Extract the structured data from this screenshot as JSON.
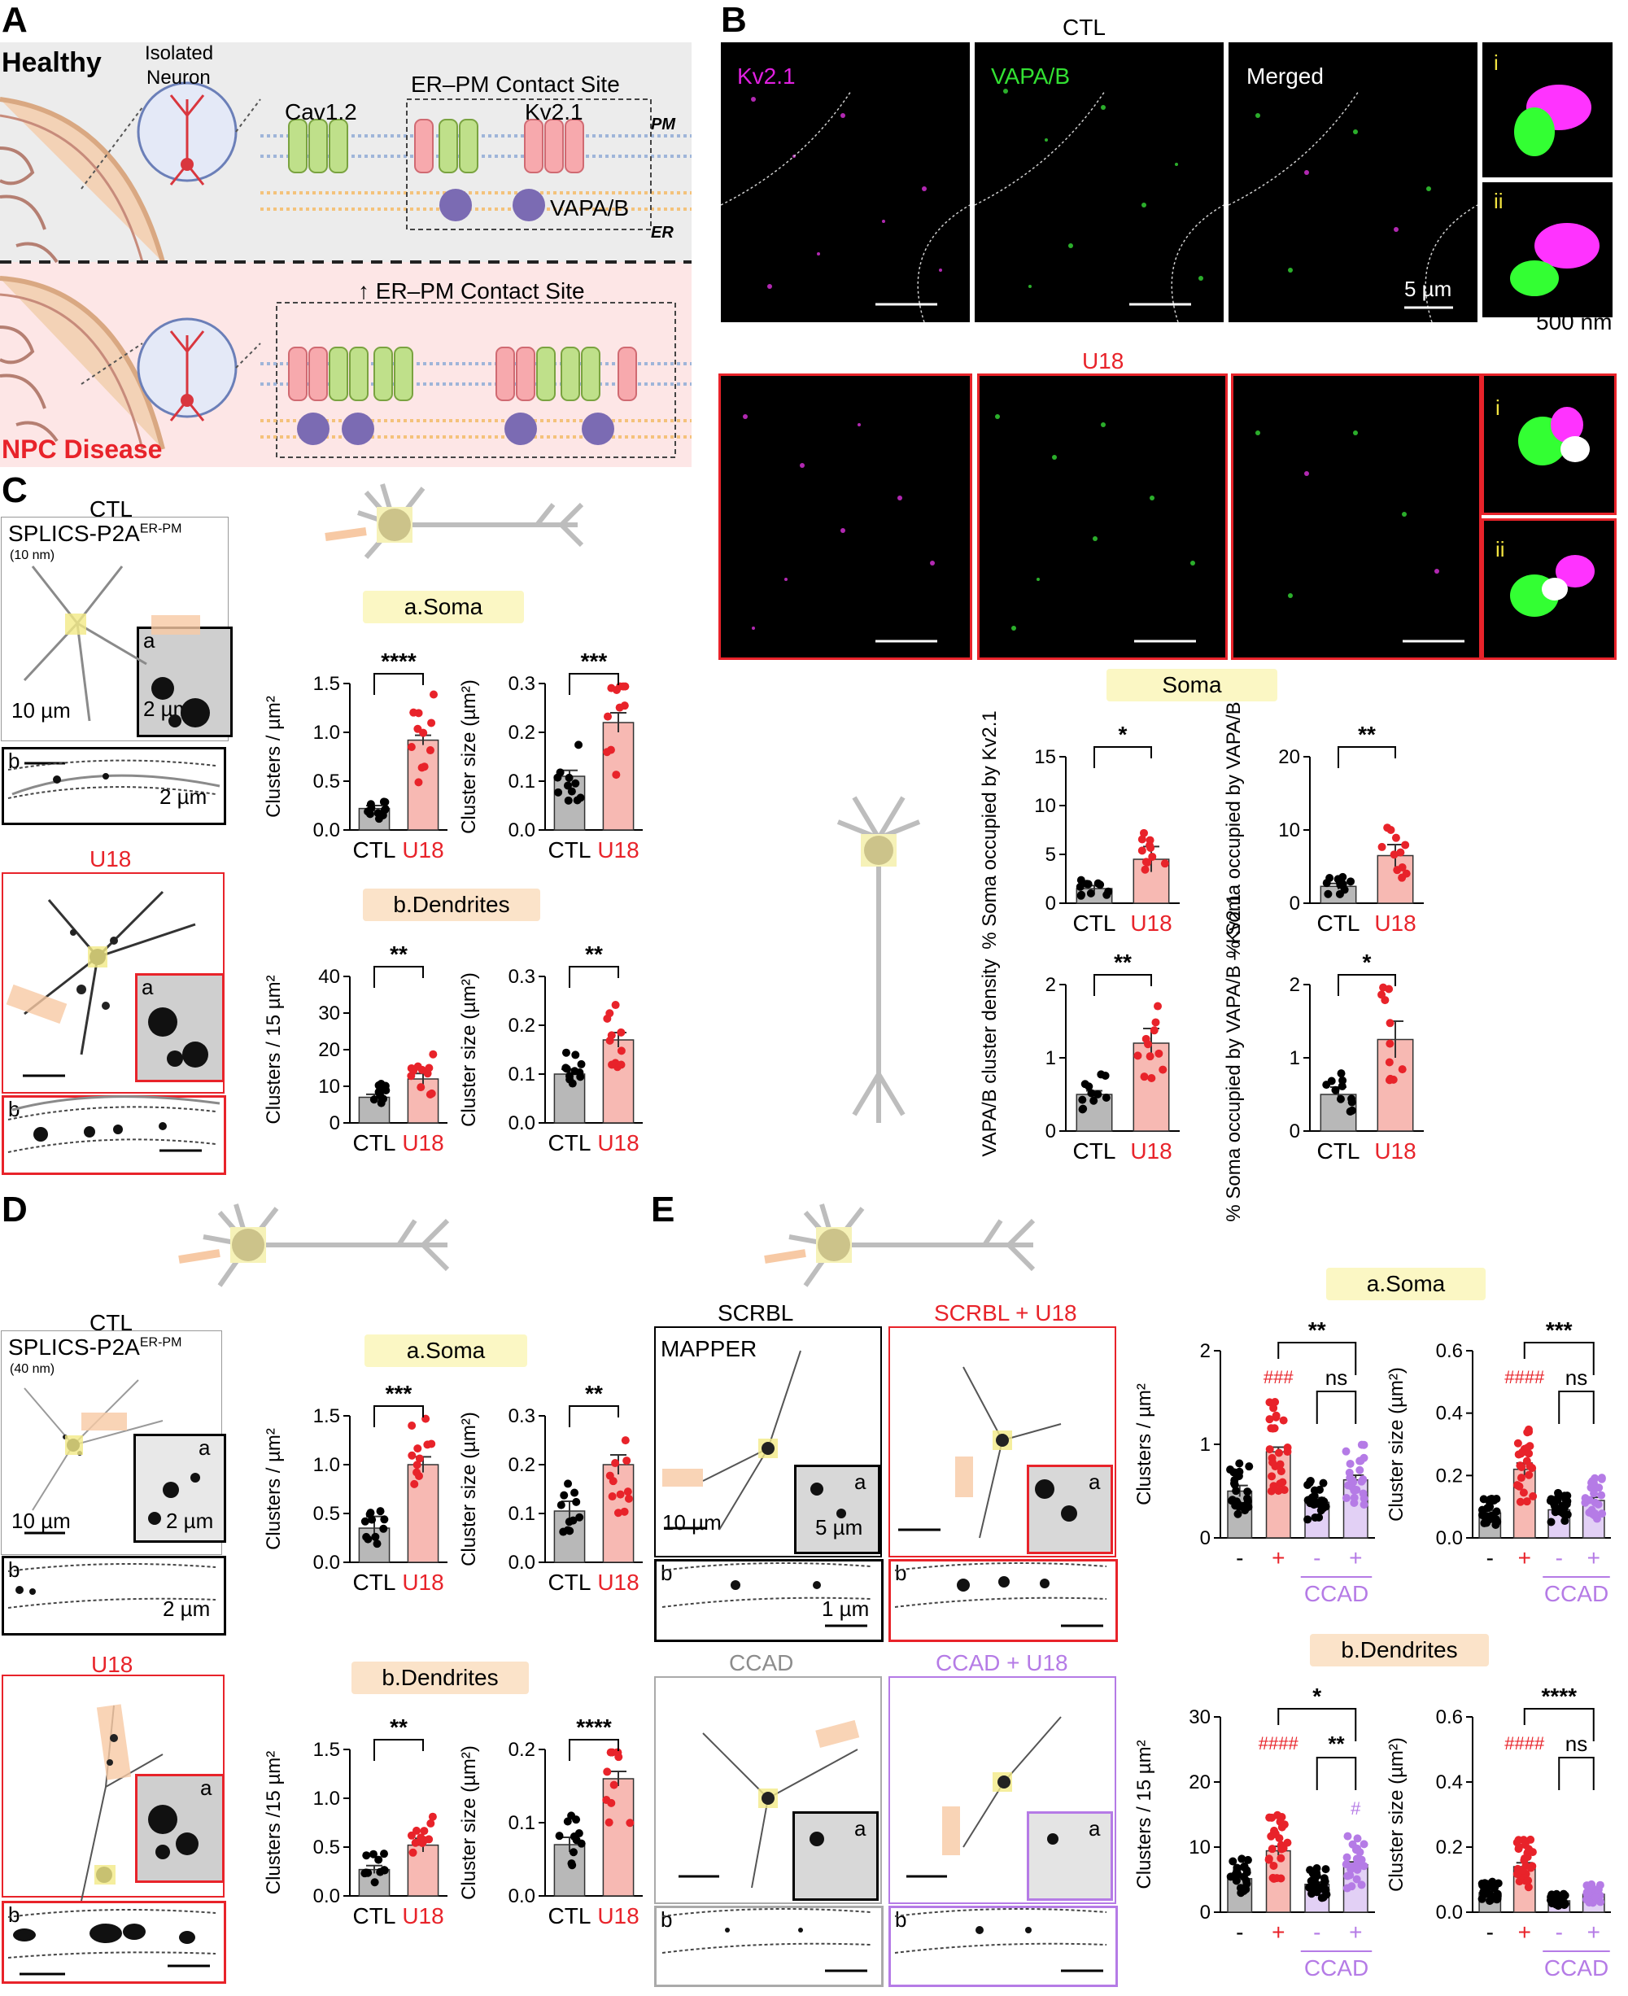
{
  "panels": {
    "A": "A",
    "B": "B",
    "C": "C",
    "D": "D",
    "E": "E"
  },
  "panelA": {
    "healthy": "Healthy",
    "isolated_neuron_line1": "Isolated",
    "isolated_neuron_line2": "Neuron",
    "cav": "Cav1.2",
    "kv": "Kv2.1",
    "contact_site": "ER–PM Contact Site",
    "pm": "PM",
    "er": "ER",
    "vapa": "VAPA/B",
    "disease_contact": "↑ ER–PM Contact Site",
    "npc": "NPC Disease"
  },
  "panelB": {
    "ctl_title": "CTL",
    "u18_title": "U18",
    "channel_kv": "Kv2.1",
    "channel_vapa": "VAPA/B",
    "channel_merged": "Merged",
    "scale": "5 µm",
    "scale_nm": "500 nm",
    "inset_i": "i",
    "inset_ii": "ii",
    "soma_pill": "Soma"
  },
  "panelC": {
    "ctl": "CTL",
    "u18": "U18",
    "splics": "SPLICS-P2A",
    "splics_sup": "ER-PM",
    "splics_dist": "(10 nm)",
    "scale10": "10 µm",
    "scale2": "2 µm",
    "scale2b": "2 µm",
    "soma_pill": "a.Soma",
    "dend_pill": "b.Dendrites",
    "a": "a",
    "b": "b"
  },
  "panelD": {
    "ctl": "CTL",
    "u18": "U18",
    "splics": "SPLICS-P2A",
    "splics_sup": "ER-PM",
    "splics_dist": "(40 nm)",
    "scale10": "10 µm",
    "scale2": "2 µm",
    "scale2b": "2 µm",
    "soma_pill": "a.Soma",
    "dend_pill": "b.Dendrites",
    "a": "a",
    "b": "b"
  },
  "panelE": {
    "scrbl": "SCRBL",
    "mapper": "MAPPER",
    "scrbl_u18": "SCRBL + U18",
    "ccad": "CCAD",
    "ccad_u18": "CCAD + U18",
    "scale10": "10 µm",
    "scale5": "5 µm",
    "scale1": "1 µm",
    "soma_pill": "a.Soma",
    "dend_pill": "b.Dendrites",
    "a": "a",
    "b": "b"
  },
  "colors": {
    "ctl_bar": "#b8b8b8",
    "u18_bar": "#f7b9b3",
    "u18_dot": "#e8232a",
    "ccad_bar": "#e2d0f5",
    "ccad_dot": "#b57be6",
    "ctl_dot": "#000000"
  },
  "chart_data": [
    {
      "id": "C_soma_density",
      "type": "bar",
      "categories": [
        "CTL",
        "U18"
      ],
      "values": [
        0.22,
        0.92
      ],
      "sem": [
        0.03,
        0.05
      ],
      "ylabel": "Clusters / µm²",
      "ylim": [
        0,
        1.5
      ],
      "yticks": [
        "0.0",
        "0.5",
        "1.0",
        "1.5"
      ],
      "sig": "****"
    },
    {
      "id": "C_soma_size",
      "type": "bar",
      "categories": [
        "CTL",
        "U18"
      ],
      "values": [
        0.11,
        0.22
      ],
      "sem": [
        0.012,
        0.02
      ],
      "ylabel": "Cluster size (µm²)",
      "ylim": [
        0,
        0.3
      ],
      "yticks": [
        "0.0",
        "0.1",
        "0.2",
        "0.3"
      ],
      "sig": "***"
    },
    {
      "id": "C_dend_density",
      "type": "bar",
      "categories": [
        "CTL",
        "U18"
      ],
      "values": [
        7,
        12
      ],
      "sem": [
        0.8,
        1.5
      ],
      "ylabel": "Clusters / 15 µm²",
      "ylim": [
        0,
        40
      ],
      "yticks": [
        "0",
        "10",
        "20",
        "30",
        "40"
      ],
      "sig": "**"
    },
    {
      "id": "C_dend_size",
      "type": "bar",
      "categories": [
        "CTL",
        "U18"
      ],
      "values": [
        0.1,
        0.17
      ],
      "sem": [
        0.01,
        0.015
      ],
      "ylabel": "Cluster size (µm²)",
      "ylim": [
        0,
        0.3
      ],
      "yticks": [
        "0.0",
        "0.1",
        "0.2",
        "0.3"
      ],
      "sig": "**"
    },
    {
      "id": "B_kv",
      "type": "bar",
      "categories": [
        "CTL",
        "U18"
      ],
      "values": [
        1.5,
        4.5
      ],
      "sem": [
        0.3,
        1.3
      ],
      "ylabel": "% Soma occupied by Kv2.1",
      "ylim": [
        0,
        15
      ],
      "yticks": [
        "0",
        "5",
        "10",
        "15"
      ],
      "sig": "*"
    },
    {
      "id": "B_vapa",
      "type": "bar",
      "categories": [
        "CTL",
        "U18"
      ],
      "values": [
        2.3,
        6.5
      ],
      "sem": [
        0.4,
        1.5
      ],
      "ylabel": "% Soma occupied by VAPA/B",
      "ylim": [
        0,
        20
      ],
      "yticks": [
        "0",
        "10",
        "20"
      ],
      "sig": "**"
    },
    {
      "id": "B_vapa_density",
      "type": "bar",
      "categories": [
        "CTL",
        "U18"
      ],
      "values": [
        0.5,
        1.2
      ],
      "sem": [
        0.05,
        0.2
      ],
      "ylabel": "VAPA/B cluster density",
      "ylim": [
        0,
        2
      ],
      "yticks": [
        "0",
        "1",
        "2"
      ],
      "sig": "**"
    },
    {
      "id": "B_overlap",
      "type": "bar",
      "categories": [
        "CTL",
        "U18"
      ],
      "values": [
        0.5,
        1.25
      ],
      "sem": [
        0.1,
        0.25
      ],
      "ylabel": "% Soma occupied by VAPA/B – Kv2.1",
      "ylim": [
        0,
        2
      ],
      "yticks": [
        "0",
        "1",
        "2"
      ],
      "sig": "*"
    },
    {
      "id": "D_soma_density",
      "type": "bar",
      "categories": [
        "CTL",
        "U18"
      ],
      "values": [
        0.35,
        1.0
      ],
      "sem": [
        0.12,
        0.08
      ],
      "ylabel": "Clusters / µm²",
      "ylim": [
        0,
        1.5
      ],
      "yticks": [
        "0.0",
        "0.5",
        "1.0",
        "1.5"
      ],
      "sig": "***"
    },
    {
      "id": "D_soma_size",
      "type": "bar",
      "categories": [
        "CTL",
        "U18"
      ],
      "values": [
        0.105,
        0.2
      ],
      "sem": [
        0.02,
        0.02
      ],
      "ylabel": "Cluster size (µm²)",
      "ylim": [
        0,
        0.3
      ],
      "yticks": [
        "0.0",
        "0.1",
        "0.2",
        "0.3"
      ],
      "sig": "**"
    },
    {
      "id": "D_dend_density",
      "type": "bar",
      "categories": [
        "CTL",
        "U18"
      ],
      "values": [
        0.27,
        0.52
      ],
      "sem": [
        0.04,
        0.07
      ],
      "ylabel": "Clusters /15 µm²",
      "ylim": [
        0,
        1.5
      ],
      "yticks": [
        "0.0",
        "0.5",
        "1.0",
        "1.5"
      ],
      "sig": "**"
    },
    {
      "id": "D_dend_size",
      "type": "bar",
      "categories": [
        "CTL",
        "U18"
      ],
      "values": [
        0.07,
        0.16
      ],
      "sem": [
        0.01,
        0.01
      ],
      "ylabel": "Cluster size (µm²)",
      "ylim": [
        0,
        0.2
      ],
      "yticks": [
        "0.0",
        "0.1",
        "0.2"
      ],
      "sig": "****"
    },
    {
      "id": "E_soma_density",
      "type": "bar",
      "categories": [
        "-",
        "+",
        "-",
        "+"
      ],
      "group_label": "CCAD",
      "values": [
        0.5,
        0.92,
        0.38,
        0.62
      ],
      "sem": [
        0.06,
        0.05,
        0.05,
        0.05
      ],
      "ylabel": "Clusters / µm²",
      "ylim": [
        0,
        2
      ],
      "yticks": [
        "0",
        "1",
        "2"
      ],
      "sig": [
        "###",
        "**",
        "ns"
      ]
    },
    {
      "id": "E_soma_size",
      "type": "bar",
      "categories": [
        "-",
        "+",
        "-",
        "+"
      ],
      "group_label": "CCAD",
      "values": [
        0.08,
        0.22,
        0.09,
        0.12
      ],
      "sem": [
        0.008,
        0.02,
        0.012,
        0.01
      ],
      "ylabel": "Cluster size (µm²)",
      "ylim": [
        0,
        0.6
      ],
      "yticks": [
        "0.0",
        "0.2",
        "0.4",
        "0.6"
      ],
      "sig": [
        "####",
        "***",
        "ns"
      ]
    },
    {
      "id": "E_dend_density",
      "type": "bar",
      "categories": [
        "-",
        "+",
        "-",
        "+"
      ],
      "group_label": "CCAD",
      "values": [
        6,
        11,
        5,
        8.5
      ],
      "sem": [
        0.5,
        0.8,
        0.4,
        0.5
      ],
      "ylabel": "Clusters / 15 µm²",
      "ylim": [
        0,
        35
      ],
      "yticks": [
        "0",
        "10",
        "20",
        "30"
      ],
      "sig": [
        "####",
        "*",
        "**",
        "#"
      ]
    },
    {
      "id": "E_dend_size",
      "type": "bar",
      "categories": [
        "-",
        "+",
        "-",
        "+"
      ],
      "group_label": "CCAD",
      "values": [
        0.06,
        0.14,
        0.035,
        0.055
      ],
      "sem": [
        0.005,
        0.012,
        0.004,
        0.005
      ],
      "ylabel": "Cluster size (µm²)",
      "ylim": [
        0,
        0.6
      ],
      "yticks": [
        "0.0",
        "0.2",
        "0.4",
        "0.6"
      ],
      "sig": [
        "####",
        "****",
        "ns"
      ]
    }
  ]
}
